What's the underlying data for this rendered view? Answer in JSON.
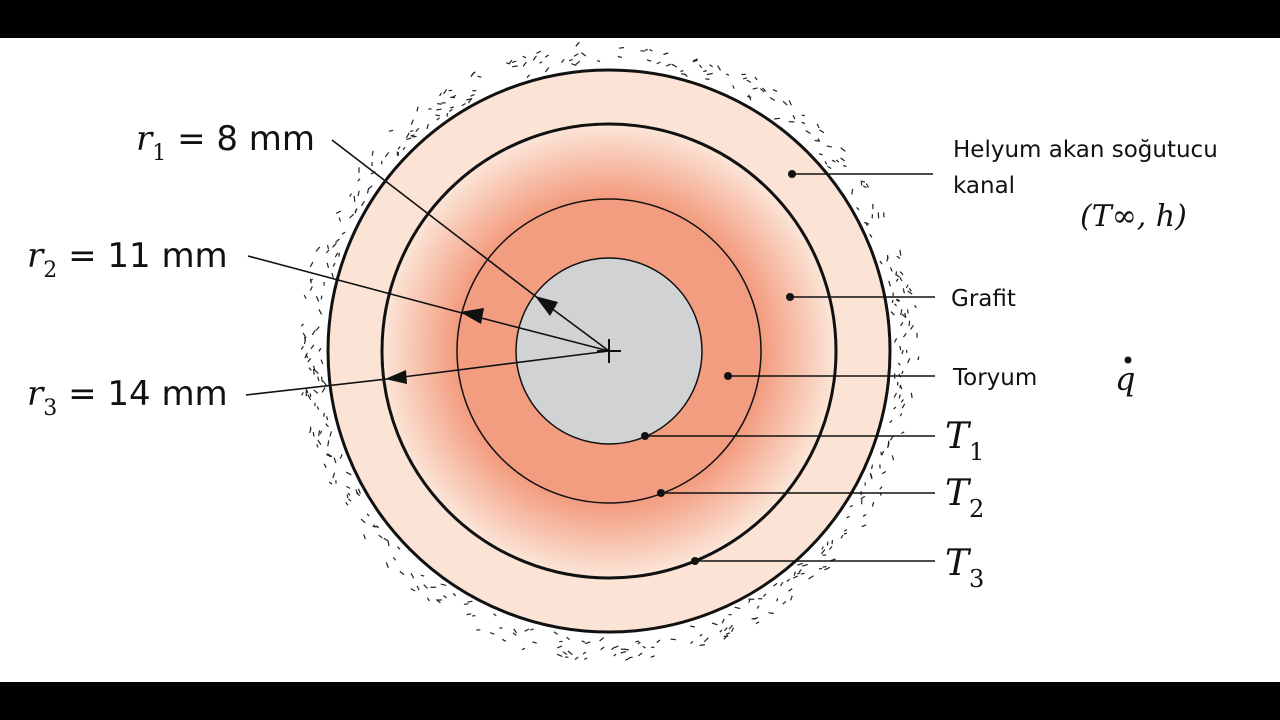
{
  "radii": [
    {
      "var": "r",
      "sub": "1",
      "eq": " = 8 mm"
    },
    {
      "var": "r",
      "sub": "2",
      "eq": " = 11 mm"
    },
    {
      "var": "r",
      "sub": "3",
      "eq": " = 14 mm"
    }
  ],
  "layers": {
    "coolant_line1": "Helyum akan soğutucu",
    "coolant_line2": "kanal",
    "coolant_params": "(T∞, h)",
    "graphite": "Grafit",
    "thorium": "Toryum",
    "heat_generation": "q"
  },
  "temperatures": [
    {
      "var": "T",
      "sub": "1"
    },
    {
      "var": "T",
      "sub": "2"
    },
    {
      "var": "T",
      "sub": "3"
    }
  ],
  "colors": {
    "core": "#d1d2d4",
    "thorium": "#f39d80",
    "graphite": "#fbe4d6",
    "coolant_dashes": "#222222",
    "lines": "#111111"
  }
}
